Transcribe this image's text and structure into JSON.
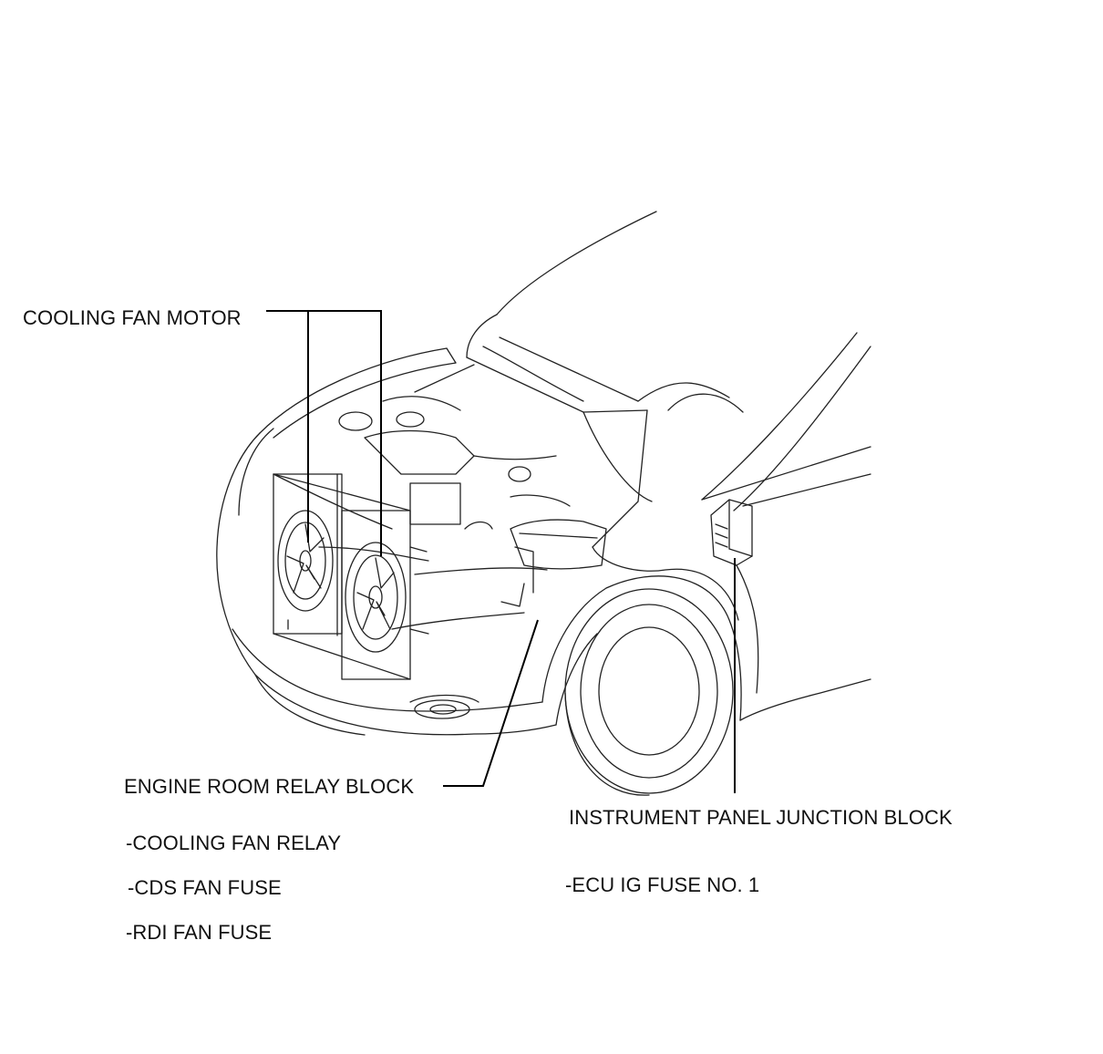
{
  "labels": {
    "cooling_fan_motor": "COOLING FAN MOTOR",
    "engine_room_relay_block": "ENGINE ROOM RELAY BLOCK",
    "engine_room_items": [
      "-COOLING FAN RELAY",
      "-CDS FAN FUSE",
      "-RDI FAN FUSE"
    ],
    "instrument_panel_junction_block": "INSTRUMENT PANEL JUNCTION BLOCK",
    "instrument_panel_items": [
      "-ECU IG FUSE NO. 1"
    ]
  },
  "colors": {
    "line": "#222222",
    "text": "#111111",
    "background": "#ffffff"
  }
}
